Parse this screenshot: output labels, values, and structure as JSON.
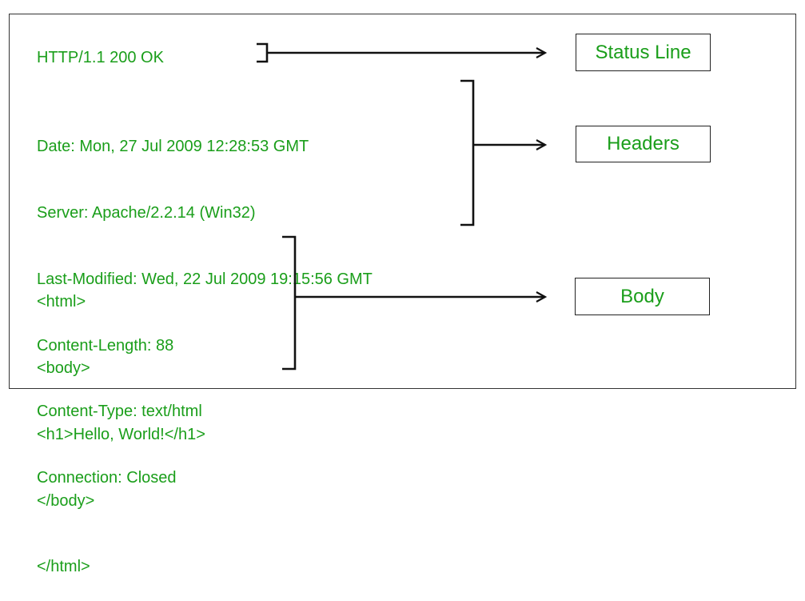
{
  "status_line": {
    "text": "HTTP/1.1 200 OK",
    "label": "Status Line"
  },
  "headers": {
    "lines": [
      "Date: Mon, 27 Jul 2009 12:28:53 GMT",
      "Server: Apache/2.2.14 (Win32)",
      "Last-Modified: Wed, 22 Jul 2009 19:15:56 GMT",
      "Content-Length: 88",
      "Content-Type: text/html",
      "Connection: Closed"
    ],
    "label": "Headers"
  },
  "body": {
    "lines": [
      "<html>",
      "<body>",
      "<h1>Hello, World!</h1>",
      "</body>",
      "</html>"
    ],
    "label": "Body"
  },
  "colors": {
    "text": "#1a9e1a",
    "lines": "#111111",
    "border": "#333333"
  }
}
